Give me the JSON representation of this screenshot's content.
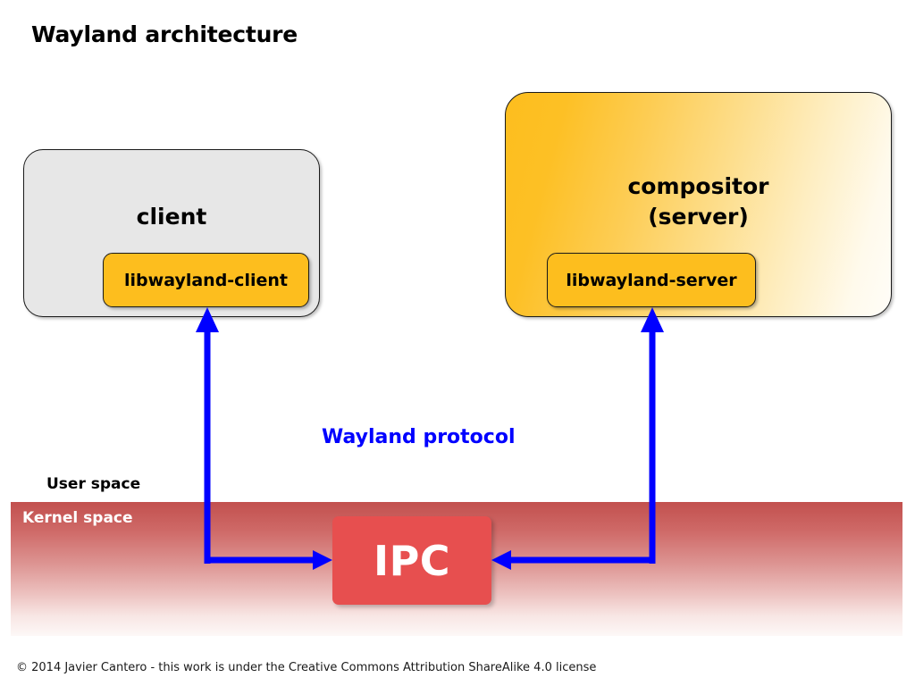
{
  "diagram": {
    "title": "Wayland architecture",
    "nodes": {
      "client": {
        "label": "client",
        "lib_label": "libwayland-client"
      },
      "compositor": {
        "label": "compositor\n(server)",
        "label_line1": "compositor",
        "label_line2": "(server)",
        "lib_label": "libwayland-server"
      },
      "ipc": {
        "label": "IPC"
      }
    },
    "regions": {
      "user_space": "User space",
      "kernel_space": "Kernel space"
    },
    "edges": {
      "protocol_label": "Wayland protocol"
    },
    "footer": "© 2014 Javier Cantero - this work is under the Creative Commons Attribution ShareAlike 4.0 license",
    "colors": {
      "client_fill": "#e7e7e7",
      "compositor_fill_start": "#fdbe1e",
      "compositor_fill_end": "#fffdf8",
      "lib_fill": "#fdbe1e",
      "ipc_fill": "#e74f4f",
      "kernel_band_start": "#c2504e",
      "kernel_band_end": "#fdf8f7",
      "arrow": "#0000ff",
      "border": "#1a1a1a",
      "text": "#000000",
      "kernel_label_text": "#ffffff"
    }
  }
}
